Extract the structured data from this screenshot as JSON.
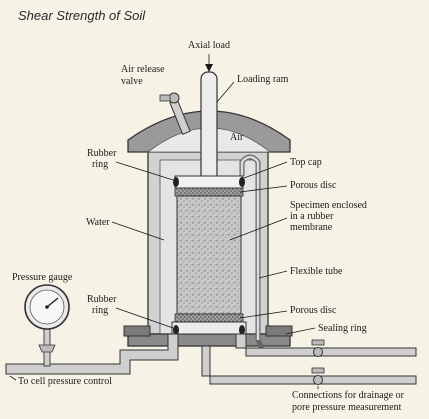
{
  "header": {
    "title": "Shear Strength of Soil"
  },
  "labels": {
    "axial_load": "Axial load",
    "air_release_1": "Air release",
    "air_release_2": "valve",
    "loading_ram": "Loading ram",
    "air": "Air",
    "rubber_ring_top_1": "Rubber",
    "rubber_ring_top_2": "ring",
    "top_cap": "Top cap",
    "porous_disc_top": "Porous disc",
    "specimen_1": "Specimen enclosed",
    "specimen_2": "in a rubber",
    "specimen_3": "membrane",
    "water": "Water",
    "flexible_tube": "Flexible tube",
    "pressure_gauge": "Pressure gauge",
    "rubber_ring_bottom_1": "Rubber",
    "rubber_ring_bottom_2": "ring",
    "porous_disc_bottom": "Porous disc",
    "sealing_ring": "Sealing ring",
    "cell_pressure": "To cell pressure control",
    "drainage_1": "Connections for drainage or",
    "drainage_2": "pore pressure measurement"
  },
  "icons": [
    "pressure-gauge-icon",
    "valve-icon"
  ],
  "colors": {
    "background": "#f6f3e6",
    "dome": "#9a9a9a",
    "cell_wall": "#d2d2d2",
    "water": "#e4e4e4",
    "base": "#8a8a8a"
  }
}
